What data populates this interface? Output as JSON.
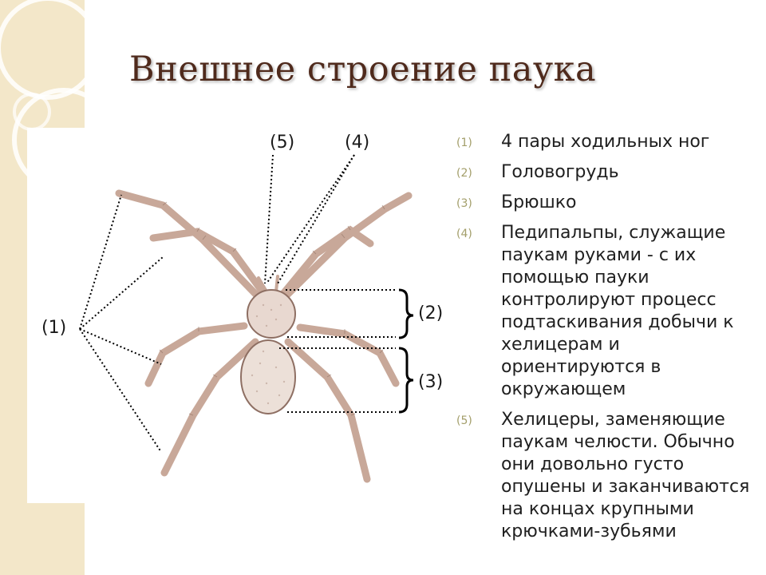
{
  "slide": {
    "title": "Внешнее строение паука",
    "callouts": {
      "c1": "(1)",
      "c2": "(2)",
      "c3": "(3)",
      "c4": "(4)",
      "c5": "(5)"
    },
    "items": [
      {
        "num": "(1)",
        "text": "4 пары ходильных ног"
      },
      {
        "num": "(2)",
        "text": "Головогрудь"
      },
      {
        "num": "(3)",
        "text": "Брюшко"
      },
      {
        "num": "(4)",
        "text": "Педипальпы, служащие паукам руками - с их помощью пауки контролируют процесс подтаскивания добычи к хелицерам и ориентируются в окружающем"
      },
      {
        "num": "(5)",
        "text": "Хелицеры, заменяющие паукам челюсти. Обычно они довольно густо опушены и заканчиваются на концах крупными крючками-зубьями"
      }
    ]
  }
}
